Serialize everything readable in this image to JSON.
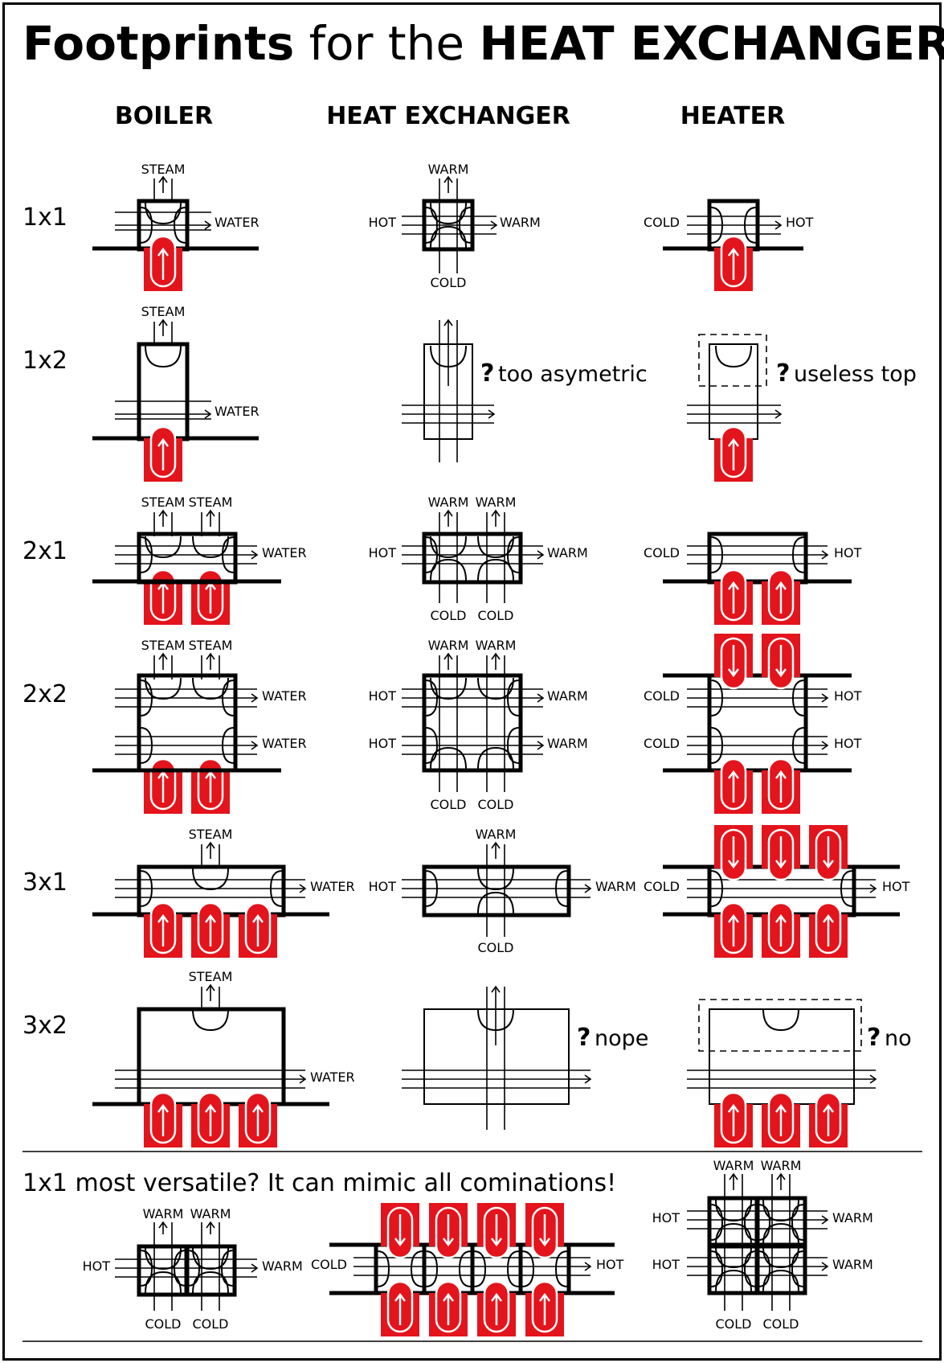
{
  "title": {
    "part1": "Footprints",
    "part2": " for the ",
    "part3": "HEAT EXCHANGER"
  },
  "columns": [
    "BOILER",
    "HEAT EXCHANGER",
    "HEATER"
  ],
  "rows": [
    "1x1",
    "1x2",
    "2x1",
    "2x2",
    "3x1",
    "3x2"
  ],
  "labels": {
    "steam": "STEAM",
    "water": "WATER",
    "warm": "WARM",
    "hot": "HOT",
    "cold": "COLD"
  },
  "notes": {
    "he_1x2": "too asymetric",
    "heater_1x2": "useless top",
    "he_3x2": "nope",
    "heater_3x2": "no",
    "mark": "?"
  },
  "bottom_caption": "1x1 most versatile? It can mimic all cominations!",
  "colors": {
    "heat": "#e3141c",
    "line": "#000000",
    "background": "#ffffff"
  }
}
